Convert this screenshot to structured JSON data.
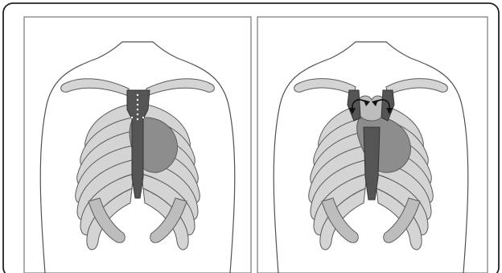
{
  "figure": {
    "panels": [
      {
        "id": "left",
        "state": "sternum-intact",
        "annotations": []
      },
      {
        "id": "right",
        "state": "sternum-split",
        "annotations": []
      }
    ],
    "colors": {
      "bone_light": "#d4d4d4",
      "bone_outline": "#5a5a5a",
      "cartilage": "#bdbdbd",
      "sternum": "#555555",
      "heart": "#8d8d8d",
      "body_outline": "#505050",
      "panel_border": "#777777",
      "outer_border": "#222222",
      "arrow": "#111111"
    },
    "icons": [
      "ribcage-illustration",
      "curved-arrow-icon"
    ]
  }
}
